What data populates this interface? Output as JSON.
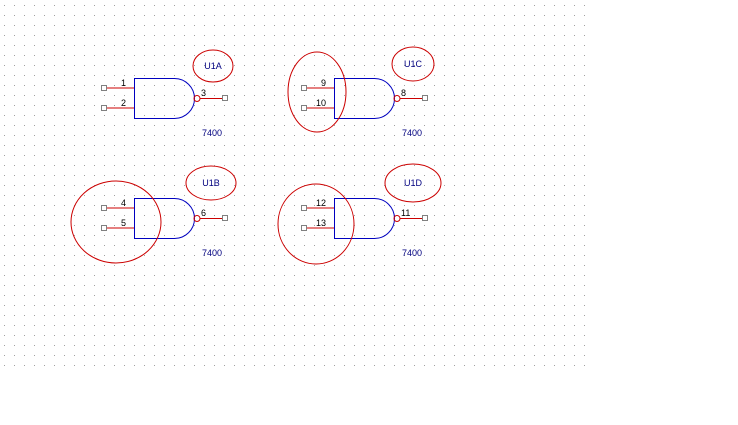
{
  "schematic": {
    "colors": {
      "grid_dot": "#a0a0a0",
      "wire": "#cc0000",
      "body": "#0000c0",
      "pin_box": "#808080",
      "annotation": "#cc0000",
      "label": "#000080"
    },
    "gates": [
      {
        "id": "gate-u1a",
        "ref": "U1A",
        "part": "7400",
        "in1": "1",
        "in2": "2",
        "out": "3"
      },
      {
        "id": "gate-u1c",
        "ref": "U1C",
        "part": "7400",
        "in1": "9",
        "in2": "10",
        "out": "8"
      },
      {
        "id": "gate-u1b",
        "ref": "U1B",
        "part": "7400",
        "in1": "4",
        "in2": "5",
        "out": "6"
      },
      {
        "id": "gate-u1d",
        "ref": "U1D",
        "part": "7400",
        "in1": "12",
        "in2": "13",
        "out": "11"
      }
    ]
  }
}
